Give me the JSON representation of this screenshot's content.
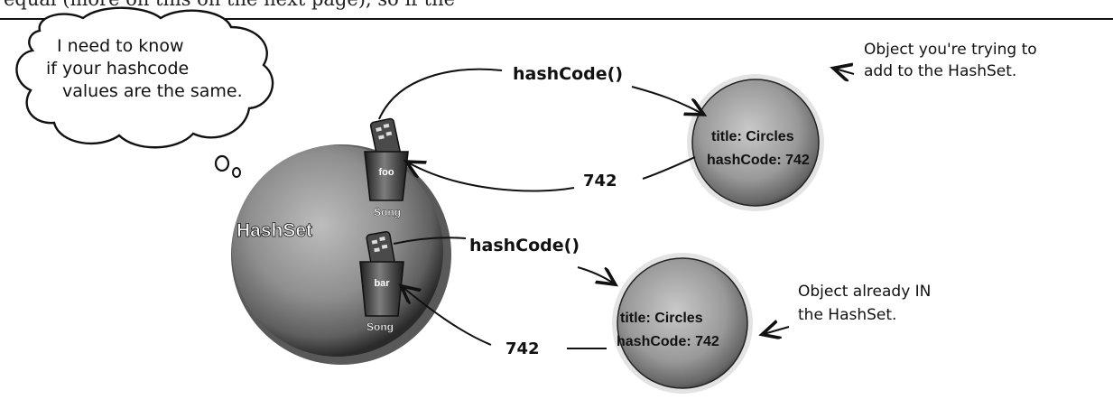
{
  "page": {
    "top_text": "equal (more on this on the next page), so if the"
  },
  "bubble": {
    "line1": "I need to know",
    "line2": "if your hashcode",
    "line3": "values are the same."
  },
  "hashset": {
    "label": "HashSet",
    "bucket_top": {
      "tag": "foo",
      "caption": "Song"
    },
    "bucket_bottom": {
      "tag": "bar",
      "caption": "Song"
    }
  },
  "new_object": {
    "title": "title: Circles",
    "hash": "hashCode: 742",
    "note_line1": "Object you're trying to",
    "note_line2": "add to the HashSet."
  },
  "existing_object": {
    "title": "title: Circles",
    "hash": "hashCode: 742",
    "note_line1": "Object already IN",
    "note_line2": "the HashSet."
  },
  "arrows": {
    "call_top": "hashCode()",
    "return_top": "742",
    "call_bottom": "hashCode()",
    "return_bottom": "742"
  },
  "colors": {
    "sphere": "#8f8f8f",
    "sphere_shadow": "#2a2a2a",
    "ink": "#111111"
  }
}
